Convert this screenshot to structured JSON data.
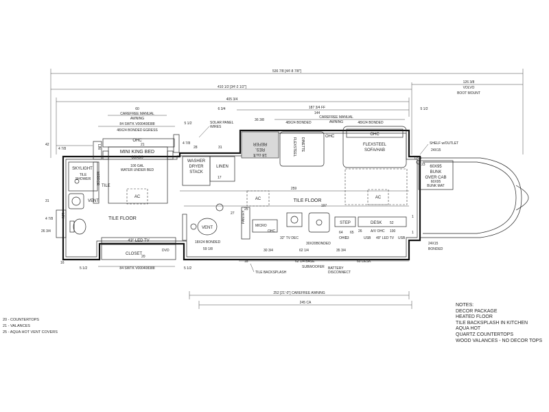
{
  "dimensions": {
    "overall": "536 7/8 [44'-8 7/8\"]",
    "body": "410 1/2 [34'-2 1/2\"]",
    "inner": "405 3/4",
    "volvo_length": "126 3/8",
    "volvo_line1": "VOLVO",
    "volvo_line2": "BOOT MOUNT",
    "ff_187": "187 3/4 FF",
    "d144": "144",
    "d60": "60",
    "d6_3_4": "6 3/4",
    "d36_3_8": "36 3/8",
    "d5_1_2_top": "5 1/2",
    "d5_1_2_right": "5 1/2",
    "d5_1_2_bottom": "5 1/2",
    "d42": "42",
    "d4_7_8_a": "4 7/8",
    "d4_7_8_b": "4 7/8",
    "d4_7_8_c": "4 7/8",
    "d28": "28",
    "d31_a": "31",
    "d31_b": "31",
    "d259": "259",
    "d197": "197",
    "d26_3_4": "26 3/4",
    "d16": "16",
    "d59_1_8": "59 1/8",
    "d18": "18",
    "d30_3_4": "30 3/4",
    "d62_1_4": "62 1/4",
    "d35_3_4": "35 3/4",
    "d60_desk": "60 DESK",
    "d1_a": "1",
    "d1_b": "1",
    "awning_252": "252 [21'-0\"] CAREFREE AWNING",
    "ca_245": "245 CA",
    "base_62": "62 1/4 BASE"
  },
  "labels": {
    "carefree_left_1": "CAREFREE MANUAL",
    "carefree_left_2": "AWNING",
    "carefree_right_1": "CAREFREE MANUAL",
    "carefree_right_2": "AWNING",
    "swtk_top": "84 SWTK V000408388",
    "swtk_bottom": "84 SWTK V000408388",
    "egress": "48X24 BONDED EGRESS",
    "bonded_top": "48X24 BONDED",
    "bonded_top2": "48X24 BONDED",
    "bonded_18": "18X24 BONDED",
    "bonded_30": "30X20BONDED",
    "bonded_24": "24X15",
    "bonded_24_b": "BONDED",
    "bonded_24_c": "24X15",
    "solar_1": "SOLAR PANEL",
    "solar_2": "WIRES",
    "ohc": "OHC",
    "ohc_sofa": "OHC",
    "ohc_mid": "OHC",
    "ohc_lower": "OHC",
    "ohc_right": "OHC",
    "mini_king": "MINI KING BED",
    "bed_size": "66X80",
    "water_1": "100 GAL",
    "water_2": "WATER UNDER BED",
    "ac_bed": "AC",
    "ac_mid": "AC",
    "ac_right": "AC",
    "skylight": "SKYLIGHT",
    "tile_shower_1": "TILE",
    "tile_shower_2": "SHOWER",
    "tile": "TILE",
    "vent_bath": "VENT",
    "vent_mid": "VENT",
    "mirror": "MIRROR",
    "tile_floor_left": "TILE FLOOR",
    "tile_floor_center": "TILE FLOOR",
    "washer_1": "WASHER",
    "washer_2": "DRYER",
    "washer_3": "STACK",
    "linen": "LINEN",
    "refer_1": "REFER",
    "refer_2": "RES.",
    "refer_3": "18 cu.ft",
    "dinette_1": "FLEXSTEEL",
    "dinette_2": "DINETTE",
    "flexsteel_1": "FLEXSTEEL",
    "flexsteel_2": "SOFA/HAB",
    "shelf": "SHELF w/OUTLET",
    "usb_top": "USB",
    "bunk_1": "60X95",
    "bunk_2": "BUNK",
    "bunk_3": "OVER CAB",
    "bunk_4": "60X95",
    "bunk_5": "BUNK MAT",
    "led_43": "43\" LED TV",
    "closet": "CLOSET",
    "dvd": "DVD",
    "pantry": "PANTRY",
    "tv_32": "32\" TV DEC",
    "micro": "MICRO",
    "step": "STEP",
    "desk": "DESK",
    "av_ohc": "A/V OHC",
    "led_49": "49\" LED TV",
    "usb_1": "USB",
    "usb_2": "USB",
    "tile_backsplash": "TILE BACKSPLASH",
    "subwoofer": "SUBWOOFER",
    "battery_1": "BATTERY",
    "battery_2": "DISCONNECT",
    "lin_1": "LIN",
    "lin_2": "LIN",
    "num_21": "21",
    "num_20": "20",
    "num_17": "17",
    "num_25": "25",
    "num_26": "26",
    "num_27": "27",
    "num_23": "23",
    "num_52": "52",
    "num_100": "100",
    "num_63": "63",
    "num_64": "64",
    "num_65": "65"
  },
  "notes": {
    "title": "NOTES:",
    "items": [
      "DECOR PACKAGE",
      "HEATED FLOOR",
      "TILE BACKSPLASH IN KITCHEN",
      "AQUA HOT",
      "QUARTZ COUNTERTOPS",
      "WOOD VALANCES - NO DECOR TOPS"
    ]
  },
  "legend": [
    "20 - COUNTERTOPS",
    "21 - VALANCES",
    "25 - AQUA HOT VENT COVERS"
  ]
}
